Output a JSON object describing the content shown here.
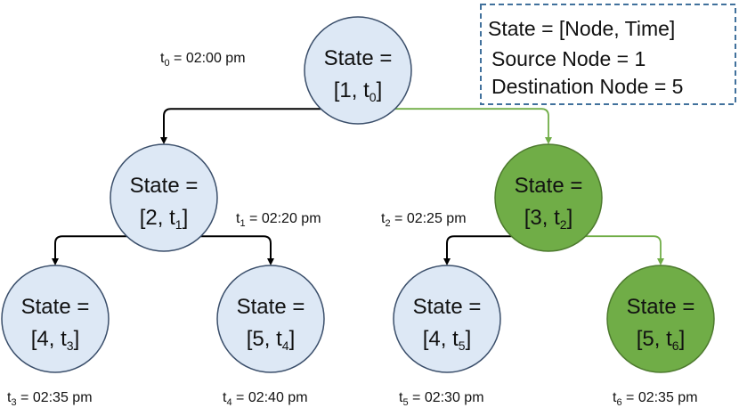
{
  "legend": {
    "lines": [
      "State = [Node, Time]",
      "Source Node = 1",
      "Destination Node = 5"
    ],
    "border_color": "#41719c"
  },
  "colors": {
    "default_fill": "#dde8f5",
    "default_stroke": "#3b4f6b",
    "highlight_fill": "#70ad47",
    "highlight_stroke": "#4d7a2e",
    "edge_default": "#000000",
    "edge_highlight": "#70ad47"
  },
  "nodes": [
    {
      "id": "n1",
      "line1": "State =",
      "node": "1",
      "t": "0",
      "highlight": false
    },
    {
      "id": "n2",
      "line1": "State =",
      "node": "2",
      "t": "1",
      "highlight": false
    },
    {
      "id": "n3",
      "line1": "State =",
      "node": "3",
      "t": "2",
      "highlight": true
    },
    {
      "id": "n4a",
      "line1": "State =",
      "node": "4",
      "t": "3",
      "highlight": false
    },
    {
      "id": "n5a",
      "line1": "State =",
      "node": "5",
      "t": "4",
      "highlight": false
    },
    {
      "id": "n4b",
      "line1": "State =",
      "node": "4",
      "t": "5",
      "highlight": false
    },
    {
      "id": "n5b",
      "line1": "State =",
      "node": "5",
      "t": "6",
      "highlight": true
    }
  ],
  "edges": [
    {
      "from": "n1",
      "to": "n2",
      "highlight": false
    },
    {
      "from": "n1",
      "to": "n3",
      "highlight": true
    },
    {
      "from": "n2",
      "to": "n4a",
      "highlight": false
    },
    {
      "from": "n2",
      "to": "n5a",
      "highlight": false
    },
    {
      "from": "n3",
      "to": "n4b",
      "highlight": false
    },
    {
      "from": "n3",
      "to": "n5b",
      "highlight": true
    }
  ],
  "time_labels": [
    {
      "t": "0",
      "time": "= 02:00 pm"
    },
    {
      "t": "1",
      "time": "= 02:20 pm"
    },
    {
      "t": "2",
      "time": "= 02:25 pm"
    },
    {
      "t": "3",
      "time": "= 02:35 pm"
    },
    {
      "t": "4",
      "time": "= 02:40 pm"
    },
    {
      "t": "5",
      "time": "= 02:30 pm"
    },
    {
      "t": "6",
      "time": "= 02:35 pm"
    }
  ]
}
